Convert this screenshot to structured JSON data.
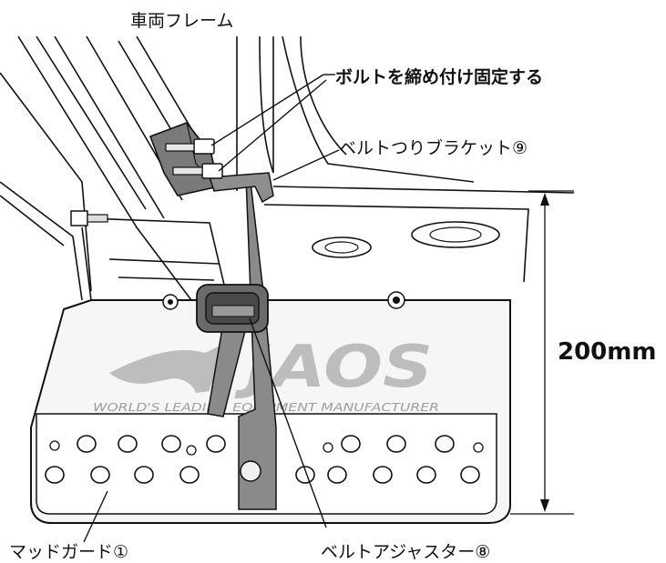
{
  "labels": {
    "vehicle_frame": "車両フレーム",
    "bolt_fix": "ボルトを締め付け固定する",
    "belt_bracket": "ベルトつりブラケット⑨",
    "dimension": "200mm",
    "mud_guard": "マッドガード①",
    "belt_adjuster": "ベルトアジャスター⑧"
  },
  "logo": {
    "brand": "JAOS",
    "tagline": "WORLD'S LEADING EQUIPMENT MANUFACTURER"
  },
  "colors": {
    "line": "#111111",
    "belt": "#8a8a8a",
    "belt_dark": "#5e5e5e",
    "logo": "#bdbdbd",
    "frame_fill": "#f3f3f3"
  }
}
